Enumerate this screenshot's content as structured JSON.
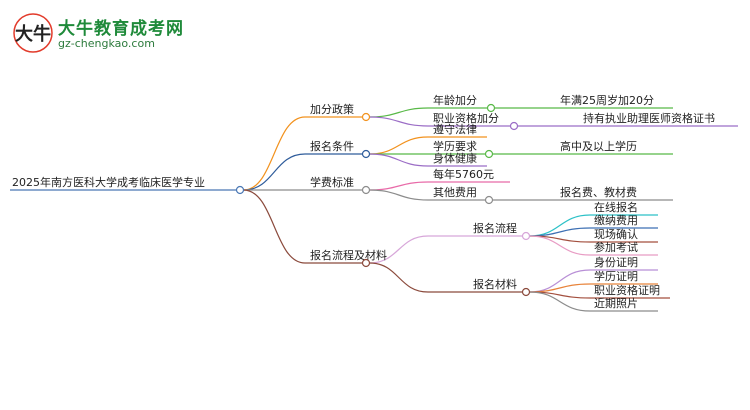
{
  "site": {
    "logo_text": "大牛",
    "name": "大牛教育成考网",
    "url": "gz-chengkao.com"
  },
  "mindmap": {
    "root": "2025年南方医科大学成考临床医学专业",
    "branches": [
      {
        "label": "加分政策",
        "color": "#f2921e",
        "children": [
          {
            "label": "年龄加分",
            "color": "#58b947",
            "detail": "年满25周岁加20分"
          },
          {
            "label": "职业资格加分",
            "color": "#9b6dc6",
            "detail": "持有执业助理医师资格证书"
          }
        ]
      },
      {
        "label": "报名条件",
        "color": "#2f5c9b",
        "children": [
          {
            "label": "遵守法律",
            "color": "#f2921e"
          },
          {
            "label": "学历要求",
            "color": "#58b947",
            "detail": "高中及以上学历"
          },
          {
            "label": "身体健康",
            "color": "#9b6dc6"
          }
        ]
      },
      {
        "label": "学费标准",
        "color": "#8c8c8c",
        "children": [
          {
            "label": "每年5760元",
            "color": "#e86aa8"
          },
          {
            "label": "其他费用",
            "color": "#8c8c8c",
            "detail": "报名费、教材费"
          }
        ]
      },
      {
        "label": "报名流程及材料",
        "color": "#8b4a3c",
        "children": [
          {
            "label": "报名流程",
            "color": "#d7a6d9",
            "items": [
              {
                "label": "在线报名",
                "color": "#2cc1c7"
              },
              {
                "label": "缴纳费用",
                "color": "#3c6fb3"
              },
              {
                "label": "现场确认",
                "color": "#a34f3e"
              },
              {
                "label": "参加考试",
                "color": "#e89cc4"
              }
            ]
          },
          {
            "label": "报名材料",
            "color": "#8b4a3c",
            "items": [
              {
                "label": "身份证明",
                "color": "#b88fd6"
              },
              {
                "label": "学历证明",
                "color": "#e8833a"
              },
              {
                "label": "职业资格证明",
                "color": "#a34f3e"
              },
              {
                "label": "近期照片",
                "color": "#8c8c8c"
              }
            ]
          }
        ]
      }
    ]
  }
}
